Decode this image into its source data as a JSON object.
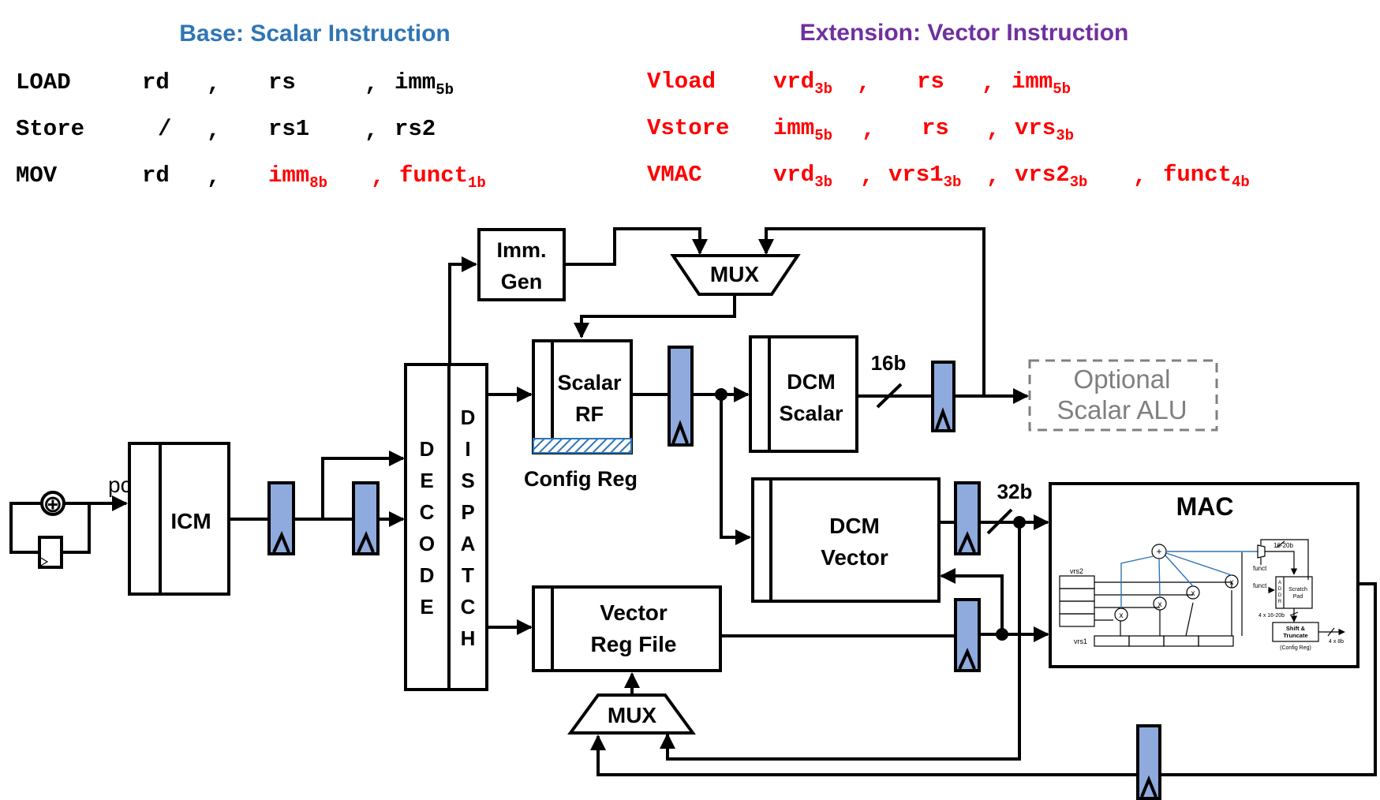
{
  "headings": {
    "base": "Base: Scalar Instruction",
    "extension": "Extension: Vector Instruction",
    "base_color": "#2e75b6",
    "extension_color": "#7030a0"
  },
  "scalar_instructions": [
    {
      "op": "LOAD",
      "a1": "rd",
      "a2": "rs",
      "a3": "imm",
      "a3_sub": "5b"
    },
    {
      "op": "Store",
      "a1": "/",
      "a2": "rs1",
      "a3": "rs2",
      "a3_sub": ""
    },
    {
      "op": "MOV",
      "a1": "rd",
      "a2": "imm",
      "a2_sub": "8b",
      "a3": "funct",
      "a3_sub": "1b"
    }
  ],
  "vector_instructions": [
    {
      "op": "Vload",
      "a1": "vrd",
      "a1_sub": "3b",
      "a2": "rs",
      "a3": "imm",
      "a3_sub": "5b"
    },
    {
      "op": "Vstore",
      "a1": "imm",
      "a1_sub": "5b",
      "a2": "rs",
      "a3": "vrs",
      "a3_sub": "3b"
    },
    {
      "op": "VMAC",
      "a1": "vrd",
      "a1_sub": "3b",
      "a2": "vrs1",
      "a2_sub": "3b",
      "a3": "vrs2",
      "a3_sub": "3b",
      "a4": "funct",
      "a4_sub": "4b"
    }
  ],
  "comma": ",",
  "highlight_color": "#ff0000",
  "pipeline_reg_color": "#8faadc",
  "blocks": {
    "pc": "pc",
    "adder": "⊕",
    "icm": "ICM",
    "decode": [
      "D",
      "E",
      "C",
      "O",
      "D",
      "E"
    ],
    "dispatch": [
      "D",
      "I",
      "S",
      "P",
      "A",
      "T",
      "C",
      "H"
    ],
    "imm_gen": [
      "Imm.",
      "Gen"
    ],
    "mux_top": "MUX",
    "mux_bottom": "MUX",
    "scalar_rf": [
      "Scalar",
      "RF"
    ],
    "config_reg": "Config Reg",
    "dcm_scalar": [
      "DCM",
      "Scalar"
    ],
    "width_16b": "16b",
    "optional_alu": [
      "Optional",
      "Scalar ALU"
    ],
    "dcm_vector": [
      "DCM",
      "Vector"
    ],
    "width_32b": "32b",
    "vector_rf": [
      "Vector",
      "Reg File"
    ],
    "mac": "MAC"
  },
  "mac_detail": {
    "vrs2": "vrs2",
    "vrs1": "vrs1",
    "width_top": "16-20b",
    "funct1": "funct",
    "funct2": "funct",
    "addr": [
      "A",
      "D",
      "D",
      "R"
    ],
    "scratch": [
      "Scratch",
      "Pad"
    ],
    "width_mid": "4 x 16-20b",
    "shift": [
      "Shift &",
      "Truncate"
    ],
    "config": "(Config Reg)",
    "width_out": "4 x 8b",
    "mul": "x",
    "add": "+"
  }
}
